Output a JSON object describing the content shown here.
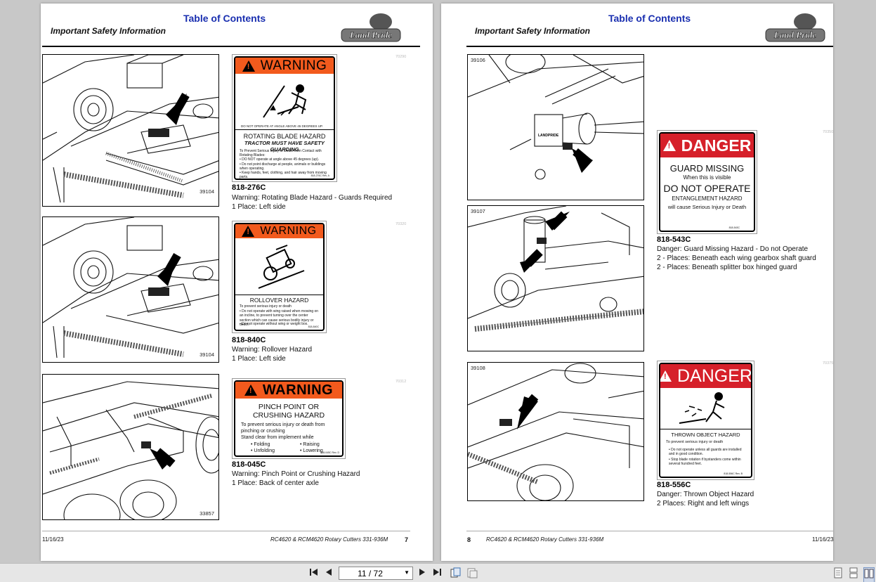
{
  "header": {
    "toc_label": "Table of Contents",
    "section_title": "Important Safety Information",
    "logo_text": "Land Pride"
  },
  "left_page": {
    "figures": [
      {
        "fig_num": "39104",
        "code": "70290",
        "decal": {
          "type": "WARNING",
          "headline": "WARNING",
          "line1": "DO NOT OPERATE AT ANGLE ABOVE 45 DEGREES UP.",
          "title": "ROTATING BLADE HAZARD",
          "subtitle": "TRACTOR MUST HAVE SAFETY GUARDING",
          "intro": "To Prevent Serious Injury or Death from Contact with Rotating Blades:",
          "bullets": [
            "DO NOT operate at angle above 45 degrees (up).",
            "Do not point discharge at people, animals or buildings when operating.",
            "Keep hands, feet, clothing, and hair away from moving parts."
          ],
          "decal_no": "818-276C Rev. A"
        },
        "part_no": "818-276C",
        "desc": "Warning: Rotating Blade Hazard - Guards Required",
        "place": "1 Place: Left side"
      },
      {
        "fig_num": "39104",
        "code": "70320",
        "decal": {
          "type": "WARNING",
          "headline": "WARNING",
          "title": "ROLLOVER HAZARD",
          "intro": "To prevent serious injury or death",
          "bullets": [
            "Do not operate with wing raised when mowing on an incline, to prevent turning over the center section which can cause serious bodily injury or death.",
            "Do not operate without wing or weight box."
          ],
          "decal_no": "818-840C"
        },
        "part_no": "818-840C",
        "desc": "Warning: Rollover Hazard",
        "place": "1 Place: Left side"
      },
      {
        "fig_num": "33857",
        "code": "70312",
        "decal": {
          "type": "WARNING",
          "headline": "WARNING",
          "title": "PINCH POINT OR CRUSHING HAZARD",
          "intro": "To prevent serious injury or death from pinching or crushing",
          "line1": "Stand clear from implement while",
          "bullets": [
            "Folding",
            "Unfolding",
            "Raising",
            "Lowering"
          ],
          "decal_no": "818-045C Rev. D"
        },
        "part_no": "818-045C",
        "desc": "Warning: Pinch Point or Crushing Hazard",
        "place": "1 Place: Back of center axle"
      }
    ],
    "footer": {
      "date": "11/16/23",
      "model": "RC4620 & RCM4620 Rotary Cutters 331-936M",
      "page": "7"
    }
  },
  "right_page": {
    "figures": [
      {
        "fig_num": "39106",
        "brand": "LANDPRIDE"
      },
      {
        "fig_num": "39107"
      },
      {
        "fig_num": "39108"
      }
    ],
    "decals": [
      {
        "code": "70350",
        "type": "DANGER",
        "headline": "DANGER",
        "lines": [
          "GUARD MISSING",
          "When this is visible",
          "DO NOT OPERATE",
          "ENTANGLEMENT HAZARD",
          "will cause Serious Injury or Death"
        ],
        "decal_no": "818-543C",
        "part_no": "818-543C",
        "desc": "Danger: Guard Missing Hazard - Do not Operate",
        "places": [
          "2 - Places: Beneath each wing gearbox shaft guard",
          "2 - Places: Beneath splitter box hinged guard"
        ]
      },
      {
        "code": "70375",
        "type": "DANGER",
        "headline": "DANGER",
        "title": "THROWN OBJECT HAZARD",
        "intro": "To prevent serious injury or death",
        "bullets": [
          "Do not operate unless all guards are installed and in good condition.",
          "Stop blade rotation if bystanders come within several hundred feet."
        ],
        "decal_no": "818-556C Rev. B",
        "part_no": "818-556C",
        "desc": "Danger: Thrown Object Hazard",
        "places": [
          "2 Places: Right and left wings"
        ]
      }
    ],
    "footer": {
      "date": "11/16/23",
      "model": "RC4620 & RCM4620 Rotary Cutters 331-936M",
      "page": "8"
    }
  },
  "toolbar": {
    "first_icon": "first-page-icon",
    "prev_icon": "prev-page-icon",
    "page_value": "11 / 72",
    "next_icon": "next-page-icon",
    "last_icon": "last-page-icon",
    "colors": {
      "warning": "#f25a1d",
      "danger": "#d6202a",
      "link": "#1a2fb0"
    }
  }
}
